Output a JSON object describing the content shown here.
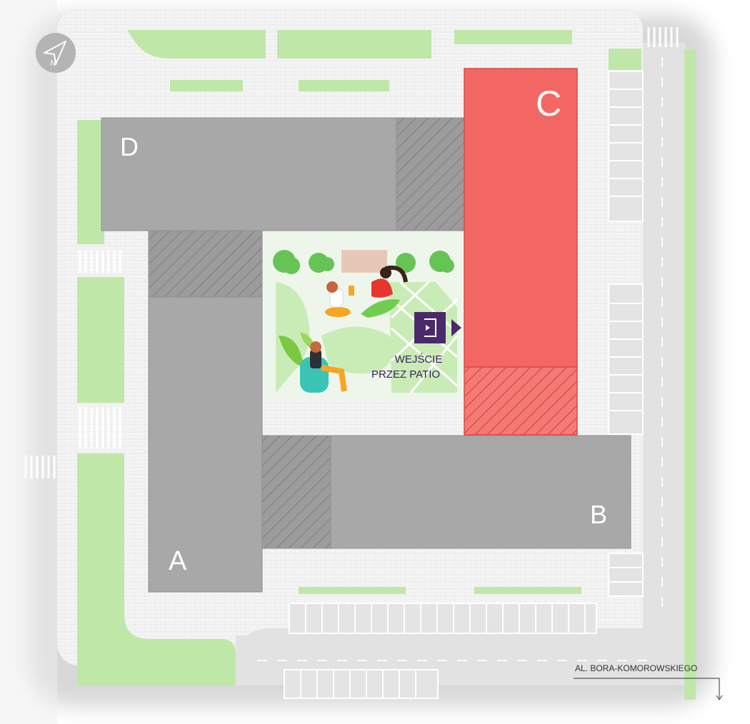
{
  "buildings": {
    "a": {
      "label": "A"
    },
    "b": {
      "label": "B"
    },
    "c": {
      "label": "C",
      "highlighted": true
    },
    "d": {
      "label": "D"
    }
  },
  "entrance": {
    "line1": "WEJŚCIE",
    "line2": "PRZEZ PATIO"
  },
  "street": {
    "label": "AL. BORA-KOMOROWSKIEGO"
  },
  "compass": {
    "letter": "N"
  },
  "colors": {
    "highlight": "#f26763",
    "building": "#a8a8a9",
    "grass": "#bfe8a8",
    "entrance_badge": "#4b2a6b",
    "road": "#e3e3e3"
  },
  "icons": [
    "compass-icon",
    "entrance-door-icon",
    "arrow-right-icon",
    "arrow-down-icon"
  ]
}
